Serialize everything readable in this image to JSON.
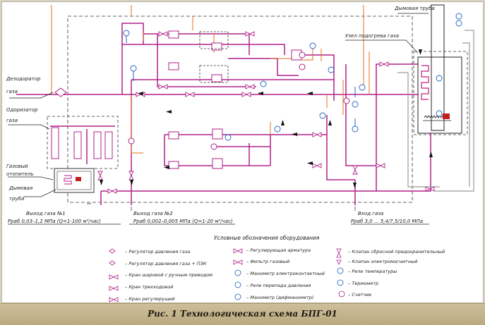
{
  "caption": "Рис. 1 Технологическая схема БПГ-01",
  "labels": {
    "degasator": "Дезодоратор",
    "gas1": "газа",
    "odorizer": "Одоризатор",
    "gas2": "газа",
    "gas_heater": "Газовый",
    "heater": "отопитель",
    "flue_pipe_small": "Дымовая",
    "pipe_small": "труба",
    "flue_pipe": "Дымовая труба",
    "heater_node": "Узел подогрева газа",
    "outlet1": "Выход газа №1",
    "outlet1_spec": "Рраб 0,03–1,2 МПа (Q=1-100 м³/час)",
    "outlet2": "Выход газа №2",
    "outlet2_spec": "Рраб 0,002–0,005 МПа (Q=1-20 м³/час)",
    "inlet": "Вход газа",
    "inlet_spec": "Рраб 3,0 ... 5,4/7,5/10,0 МПа"
  },
  "legend": {
    "title": "Условные обозначения оборудования",
    "items": [
      "– Регулятор давления газа",
      "– Регулятор давления газа + ПЗК",
      "– Кран шаровой с ручным приводом",
      "– Кран трехходовой",
      "– Кран регулирущий",
      "– Регулирующая арматура",
      "– Фильтр газовый",
      "– Манометр электроконтактный",
      "– Реле перепада давления",
      "– Манометр (дифманометр)",
      "– Клапан сбросной предохранительный",
      "– Клапан электромагнитный",
      "– Реле температуры",
      "– Термометр",
      "– Счетчик"
    ]
  }
}
